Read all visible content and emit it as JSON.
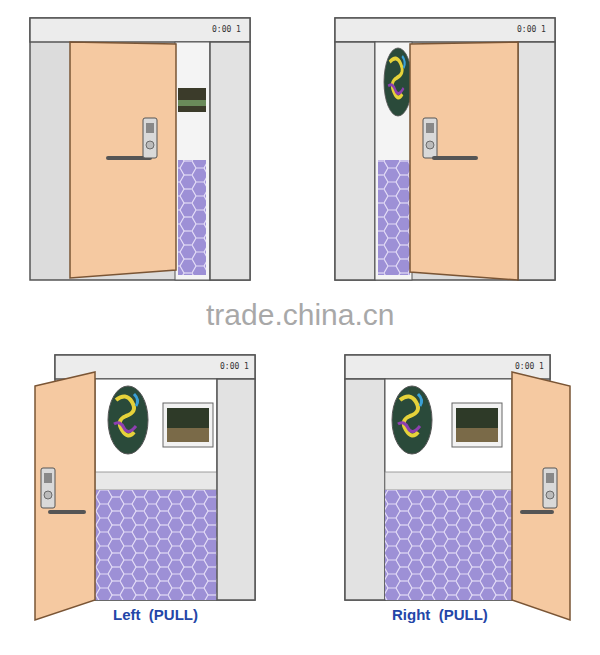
{
  "diagram": {
    "labels": [
      "0:00 1",
      "0:00 1",
      "0:00 1",
      "0:00 1",
      "trade.china.cn",
      "Left  (PULL)",
      "Right  (PULL)"
    ]
  }
}
